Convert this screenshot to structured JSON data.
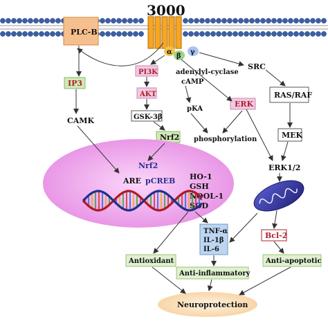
{
  "membrane": {
    "receptor_label": "3000"
  },
  "subunits": {
    "alpha": "α",
    "beta": "β",
    "gamma": "γ"
  },
  "nodes": {
    "plc_b": "PLC-B",
    "ip3": "IP3",
    "camk": "CAMK",
    "pi3k": "PI3K",
    "akt": "AKT",
    "gsk3b": "GSK-3β",
    "nrf2_box": "Nrf2",
    "adenylyl_cyclase": "adenylyl-cyclase",
    "camp": "cAMP",
    "pka": "pKA",
    "erk": "ERK",
    "phosphorylation": "phosphorylation",
    "src": "SRC",
    "ras_raf": "RAS/RAF",
    "mek": "MEK",
    "erk12": "ERK1/2",
    "bcl2": "Bcl-2"
  },
  "nucleus": {
    "nrf2": "Nrf2",
    "are": "ARE",
    "pcreb": "pCREB",
    "genes": [
      "HO-1",
      "GSH",
      "NQOL-1",
      "SOD"
    ]
  },
  "cytokines": [
    "TNF-α",
    "IL-1β",
    "IL-6"
  ],
  "outcomes": {
    "antioxidant": "Antioxidant",
    "anti_inflammatory": "Anti-inflammatory",
    "anti_apoptotic": "Anti-apoptotic",
    "neuroprotection": "Neuroprotection"
  },
  "colors": {
    "membrane_head": "#3a5fa8",
    "receptor": "#f5a623",
    "plc_box": "#f6c08e",
    "nucleus": "#e98ee6",
    "green_box": "#cfe9b8",
    "pink_box": "#f2c9e4",
    "mitochondrion": "#3d3fb0",
    "neuroprotection": "#fbe0bd"
  }
}
